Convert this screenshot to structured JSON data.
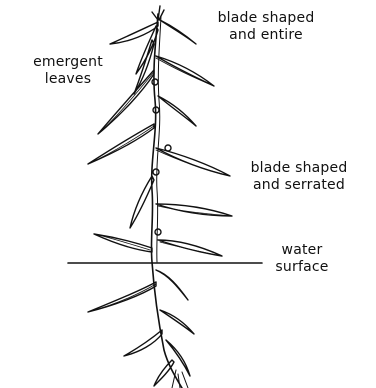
{
  "labels": {
    "emergent": [
      "emergent",
      "leaves"
    ],
    "blade_entire": [
      "blade shaped",
      "and entire"
    ],
    "blade_serrated": [
      "blade shaped",
      "and serrated"
    ],
    "water_surface": [
      "water",
      "surface"
    ]
  },
  "colors": {
    "ink": "#111111",
    "background": "#ffffff"
  }
}
